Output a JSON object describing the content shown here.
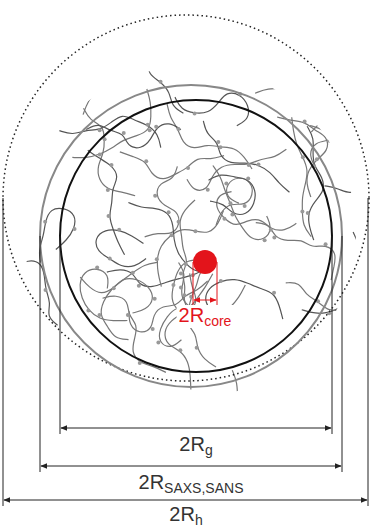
{
  "diagram": {
    "labels": [
      "2Rcore",
      "2Rg",
      "2RSAXS,SANS",
      "2Rh"
    ]
  }
}
